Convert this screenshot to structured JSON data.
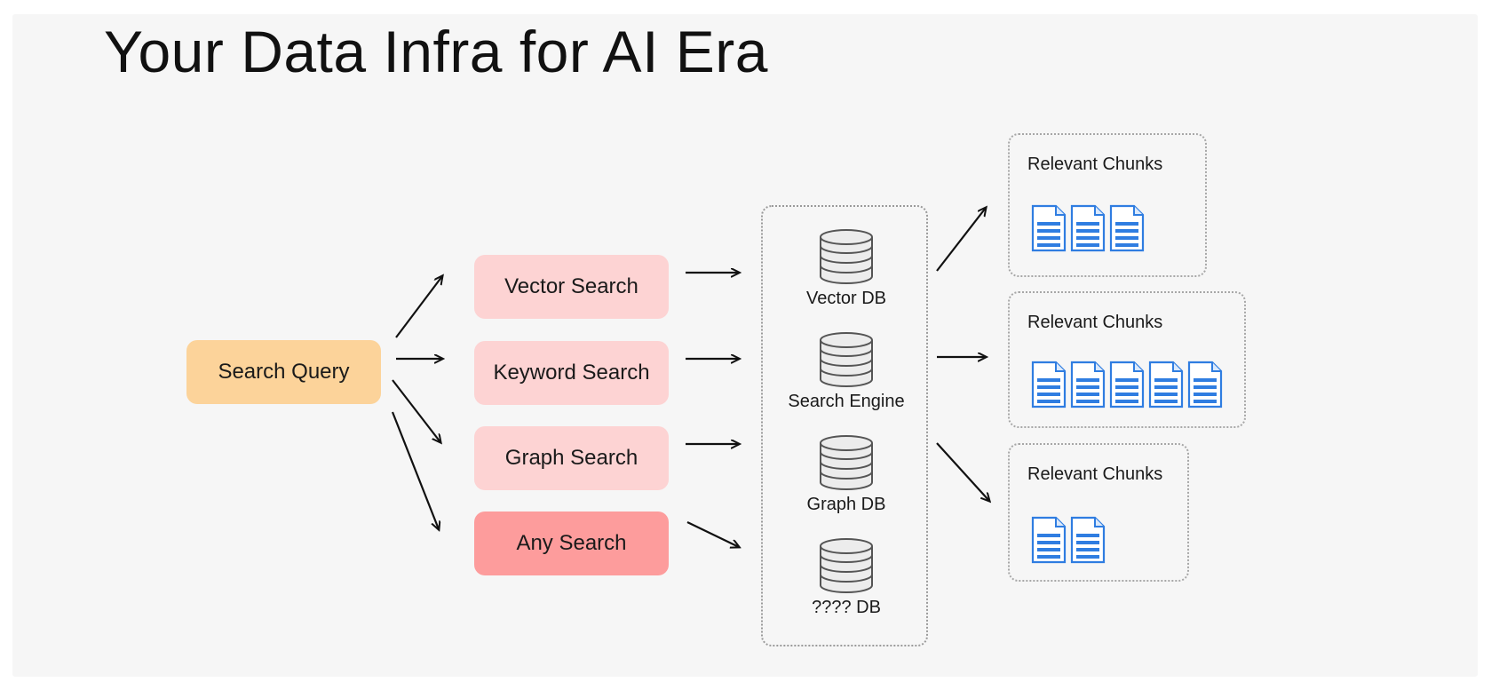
{
  "title": "Your Data Infra for AI Era",
  "query": {
    "label": "Search Query"
  },
  "searches": [
    {
      "label": "Vector Search"
    },
    {
      "label": "Keyword Search"
    },
    {
      "label": "Graph Search"
    },
    {
      "label": "Any Search"
    }
  ],
  "databases": [
    {
      "label": "Vector DB"
    },
    {
      "label": "Search Engine"
    },
    {
      "label": "Graph DB"
    },
    {
      "label": "???? DB"
    }
  ],
  "chunk_groups": [
    {
      "title": "Relevant Chunks",
      "doc_count": 3
    },
    {
      "title": "Relevant Chunks",
      "doc_count": 5
    },
    {
      "title": "Relevant Chunks",
      "doc_count": 2
    }
  ],
  "icons": {
    "database": "database-icon",
    "document": "document-icon"
  },
  "colors": {
    "query_fill": "#fcd39a",
    "search_fill": "#fdd3d3",
    "any_search_fill": "#fd9c9c",
    "doc_blue": "#2f7de1"
  }
}
